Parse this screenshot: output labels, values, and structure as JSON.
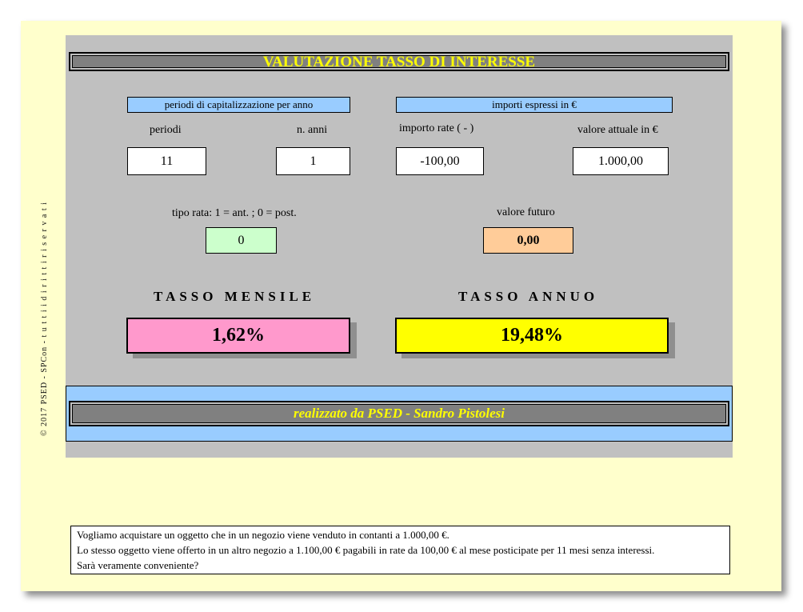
{
  "copyright": "© 2017  PSED - SPCon  -  t u t t i  i  d i r i t t i   r i s e r v a t i",
  "title": "VALUTAZIONE TASSO DI INTERESSE",
  "left_header": "periodi di capitalizzazione per anno",
  "right_header": "importi espressi in €",
  "labels": {
    "periodi": "periodi",
    "anni": "n. anni",
    "rata": "importo rate ( - )",
    "valore_attuale": "valore attuale in €",
    "tipo_rata": "tipo rata: 1 = ant. ; 0 = post.",
    "valore_futuro": "valore futuro"
  },
  "values": {
    "periodi": "11",
    "anni": "1",
    "rata": "-100,00",
    "valore_attuale": "1.000,00",
    "tipo_rata": "0",
    "valore_futuro": "0,00"
  },
  "tasso_mensile": {
    "label": "TASSO MENSILE",
    "value": "1,62%",
    "color": "#ff99cc"
  },
  "tasso_annuo": {
    "label": "TASSO ANNUO",
    "value": "19,48%",
    "color": "#ffff00"
  },
  "footer": "realizzato da PSED - Sandro Pistolesi",
  "note": [
    "Vogliamo acquistare un oggetto che in un negozio viene venduto in contanti a 1.000,00 €.",
    "Lo stesso oggetto viene offerto in un altro negozio a 1.100,00 € pagabili in rate da 100,00 € al mese posticipate per 11 mesi senza interessi.",
    "Sarà veramente conveniente?"
  ],
  "colors": {
    "sheet": "#ffffcc",
    "panel": "#c0c0c0",
    "header": "#99ccff",
    "title_text": "#ffff00",
    "tipo_rata_box": "#ccffcc",
    "valore_futuro_box": "#ffcc99"
  }
}
